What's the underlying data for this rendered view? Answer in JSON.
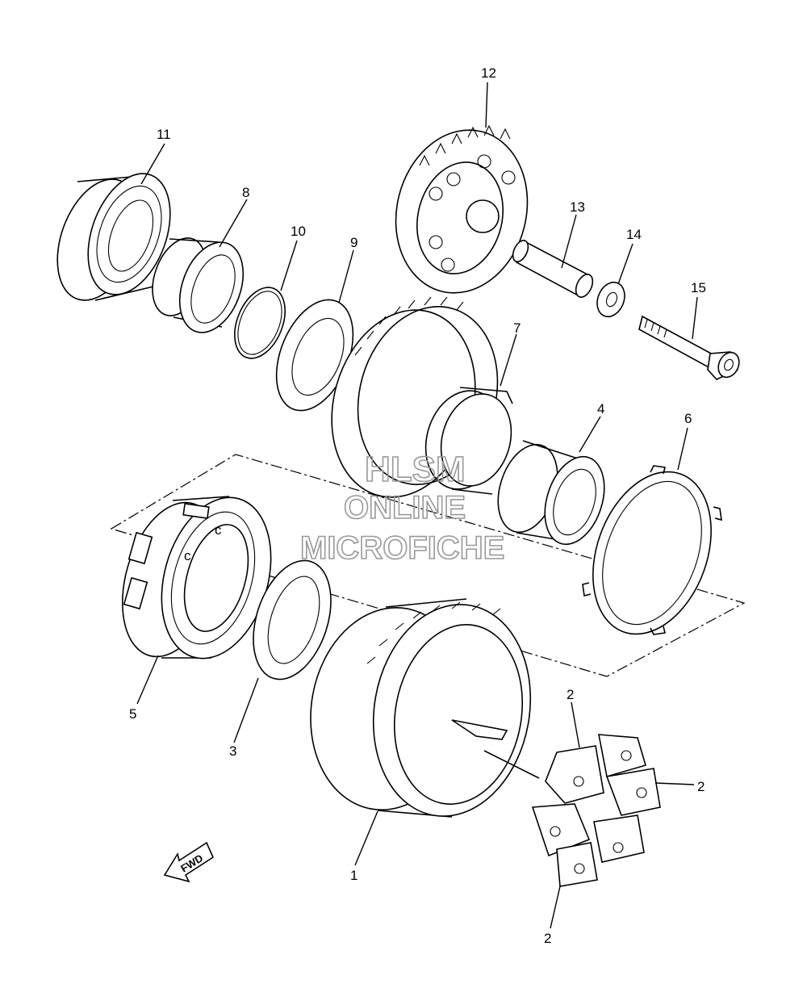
{
  "callouts": {
    "c1": "1",
    "c2a": "2",
    "c2b": "2",
    "c2c": "2",
    "c3": "3",
    "c4": "4",
    "c5": "5",
    "c6": "6",
    "c7": "7",
    "c8": "8",
    "c9": "9",
    "c10": "10",
    "c11": "11",
    "c12": "12",
    "c13": "13",
    "c14": "14",
    "c15": "15"
  },
  "watermark": {
    "line1": "HLSM",
    "line2": "ONLINE",
    "line3": "MICROFICHE"
  },
  "direction_label": "FWD",
  "part_marks": {
    "c_a": "c",
    "c_b": "c"
  }
}
